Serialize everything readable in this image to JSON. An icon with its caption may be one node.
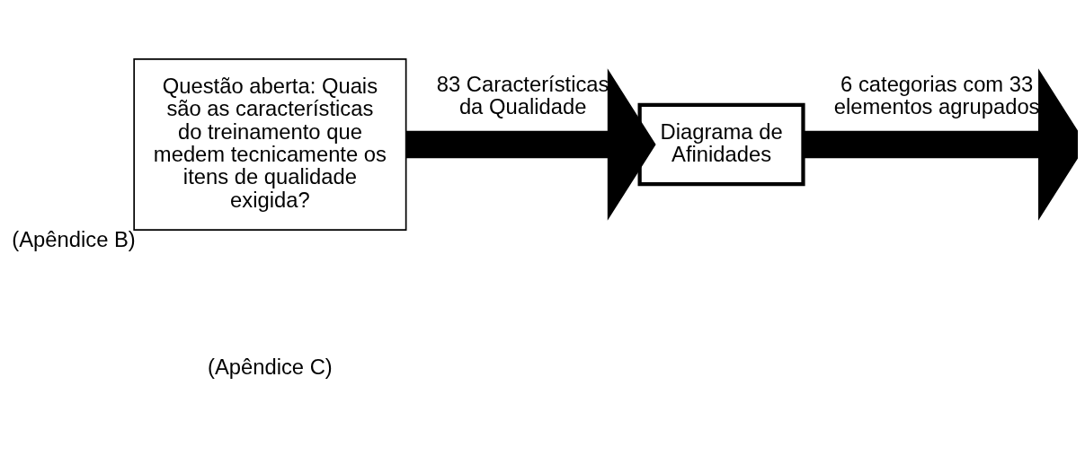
{
  "diagram": {
    "nodes": [
      {
        "text": [
          "Questão aberta: Quais são as características do treinamento que medem tecnicamente os itens de qualidade exigida?"
        ],
        "beside": [
          "(Apêndice B)"
        ]
      },
      {
        "text": [
          "Diagrama de Afinidades"
        ]
      }
    ],
    "edges": [
      {
        "from": 0,
        "to": 1,
        "arrow": "to",
        "label": "83 Características da Qualidade"
      },
      {
        "from": 1,
        "to": null,
        "arrow": "to",
        "label": "6 categorias com 33 elementos agrupados"
      }
    ],
    "labels": [
      "(Apêndice C)"
    ]
  }
}
